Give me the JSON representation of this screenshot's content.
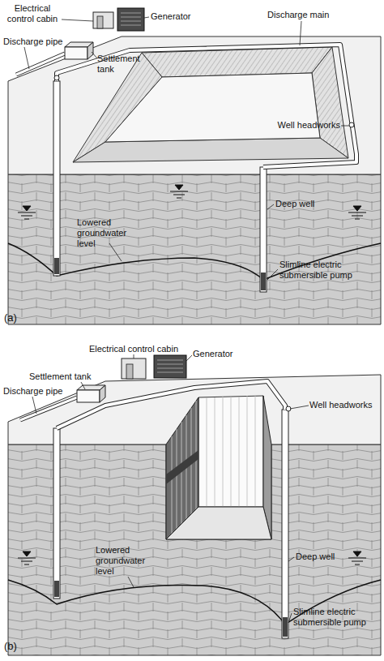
{
  "diagram": {
    "labels": [
      "Electrical control cabin",
      "Generator",
      "Discharge main",
      "Discharge pipe",
      "Settlement tank",
      "Well headworks",
      "Lowered groundwater level",
      "Deep well",
      "Slimline electric submersible pump",
      "(a)",
      "Electrical control cabin",
      "Generator",
      "Settlement tank",
      "Discharge pipe",
      "Well headworks",
      "Deep well",
      "Lowered groundwater level",
      "Slimline electric submersible pump",
      "(b)"
    ]
  }
}
